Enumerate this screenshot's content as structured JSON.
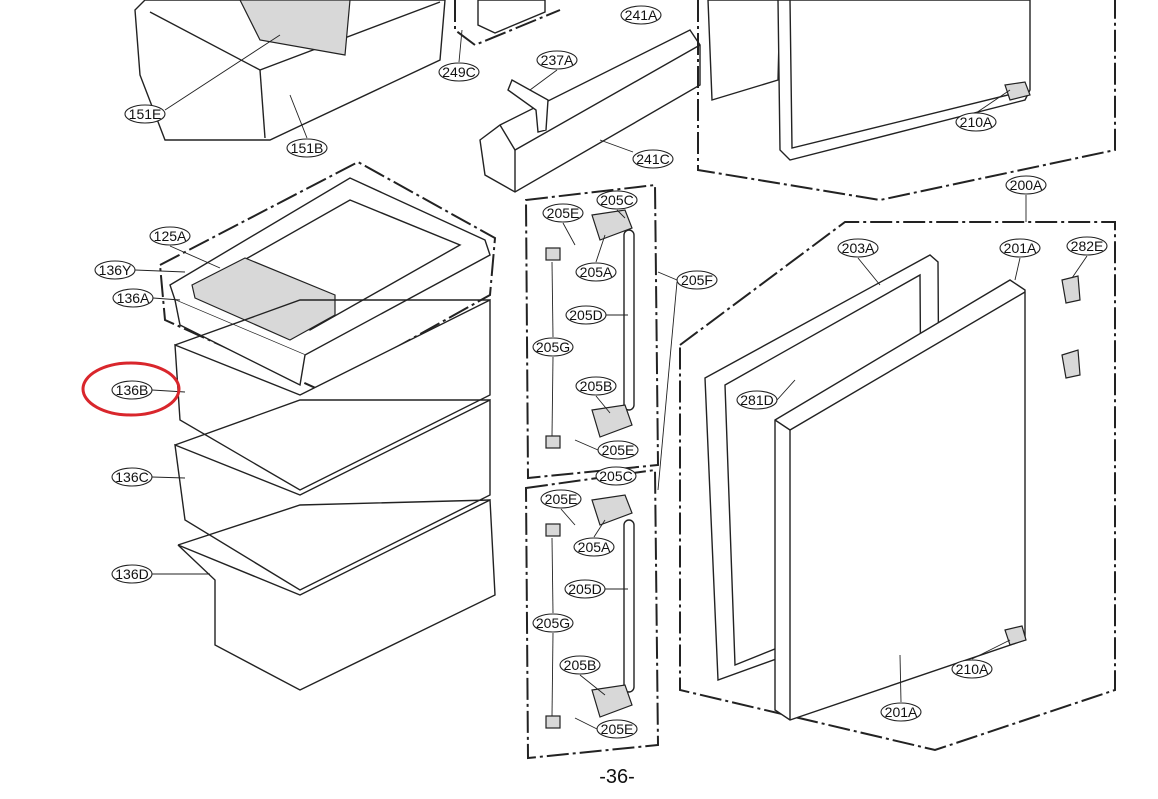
{
  "labels": [
    "151E",
    "151B",
    "249C",
    "241A",
    "237A",
    "241C",
    "210A",
    "200A",
    "125A",
    "136Y",
    "136A",
    "136B",
    "136C",
    "136D",
    "205E",
    "205C",
    "205A",
    "205F",
    "205D",
    "205G",
    "205B",
    "205E",
    "205C",
    "205E",
    "205A",
    "205D",
    "205G",
    "205B",
    "205E",
    "203A",
    "201A",
    "282E",
    "281D",
    "210A",
    "201A"
  ],
  "page_number": "-36-",
  "highlight": {
    "label": "136B",
    "color": "#d9262c"
  }
}
